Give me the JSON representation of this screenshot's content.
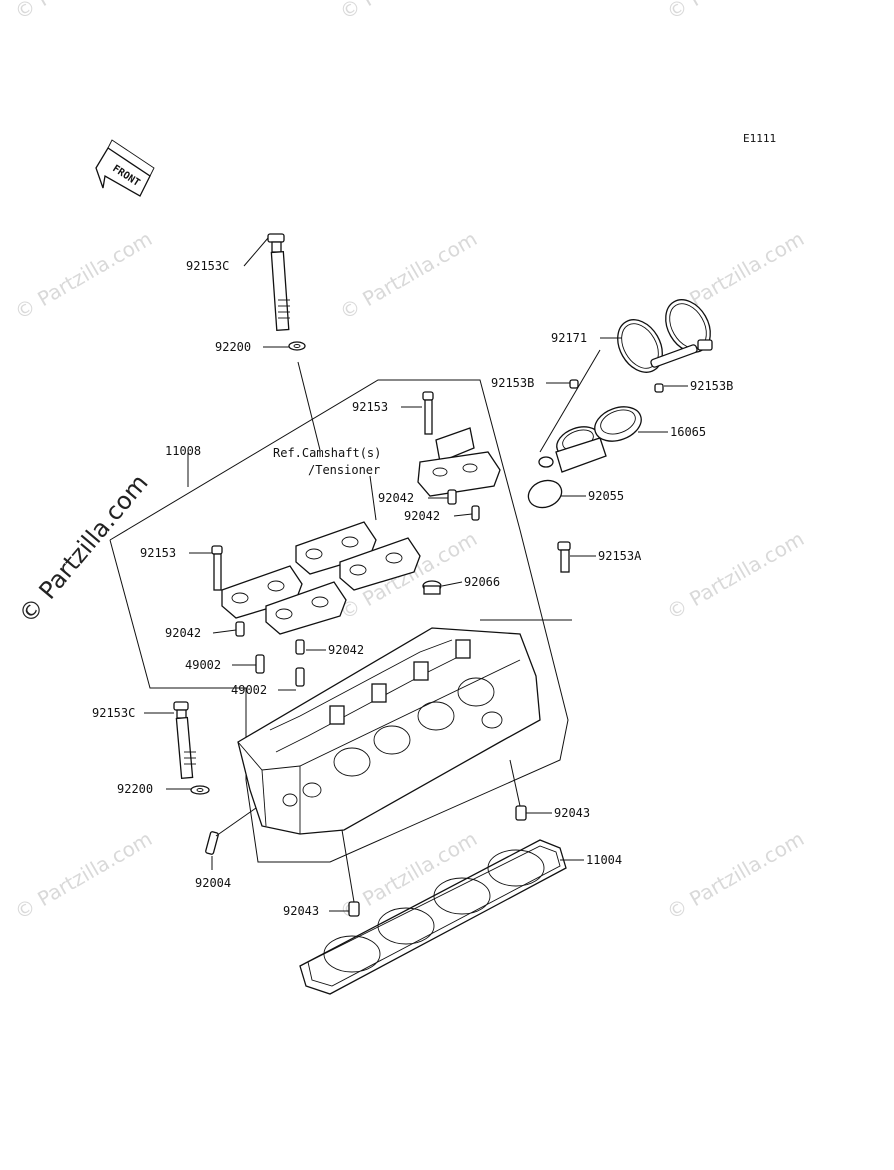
{
  "diagram_id": "E1111",
  "front_label": "FRONT",
  "reference_note": {
    "line1": "Ref.Camshaft(s)",
    "line2": "/Tensioner"
  },
  "watermark": {
    "main": "© Partzilla.com",
    "tile": "© Partzilla.com"
  },
  "part_labels": [
    "92153C",
    "92200",
    "11008",
    "92153",
    "92042",
    "92042",
    "92153",
    "92042",
    "49002",
    "92042",
    "49002",
    "92153C",
    "92200",
    "92004",
    "92171",
    "92153B",
    "92153B",
    "16065",
    "92055",
    "92153A",
    "92066",
    "92043",
    "11004",
    "92043"
  ]
}
